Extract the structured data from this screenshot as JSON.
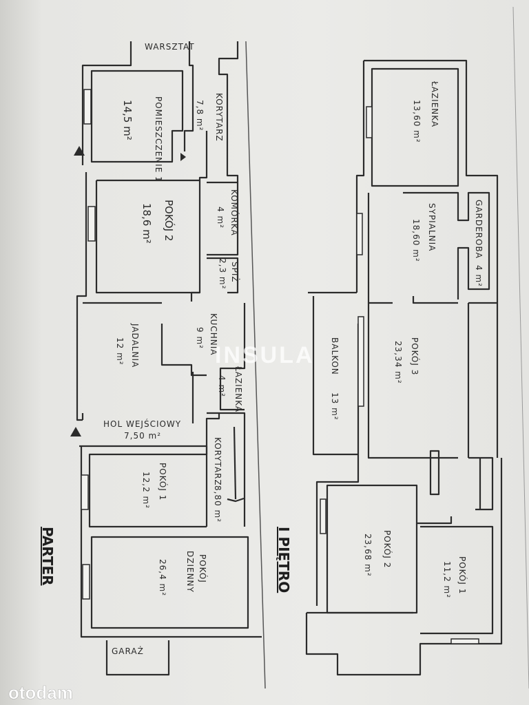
{
  "parter": {
    "title": "PARTER",
    "warsztat": "WARSZTAT",
    "korytarz_top": {
      "name": "KORYTARZ",
      "area": "7,8 m²"
    },
    "pomieszczenie1": {
      "name": "POMIESZCZENIE 1",
      "area": "14,5 m²"
    },
    "komorka": {
      "name": "KOMÓRKA",
      "area": "4 m²"
    },
    "pokoj2": {
      "name": "POKÓJ 2",
      "area": "18,6 m²"
    },
    "spiz": {
      "name": "SPIŻ",
      "area": "2,3 m²"
    },
    "kuchnia": {
      "name": "KUCHNIA",
      "area": "9 m²"
    },
    "jadalnia": {
      "name": "JADALNIA",
      "area": "12 m²"
    },
    "lazienka": {
      "name": "ŁAZIENKA",
      "area": "4 m²"
    },
    "hol": {
      "name": "HOL WEJŚCIOWY",
      "area": "7,50 m²"
    },
    "korytarz_bottom": {
      "name": "KORYTARZ",
      "area": "8,80 m²"
    },
    "pokoj1": {
      "name": "POKÓJ 1",
      "area": "12,2 m²"
    },
    "pokoj_dzienny": {
      "name": "POKÓJ",
      "name2": "DZIENNY",
      "area": "26,4 m²"
    },
    "garaz": "GARAŻ"
  },
  "pietro": {
    "title": "I PIĘTRO",
    "lazienka": {
      "name": "ŁAZIENKA",
      "area": "13,60 m²"
    },
    "sypialnia": {
      "name": "SYPIALNIA",
      "area": "18,60 m²"
    },
    "garderoba": {
      "name": "GARDEROBA",
      "area": "4 m²"
    },
    "balkon": {
      "name": "BALKON",
      "area": "13 m²"
    },
    "pokoj3": {
      "name": "POKÓJ 3",
      "area": "23,34 m²"
    },
    "pokoj2": {
      "name": "POKÓJ 2",
      "area": "23,68 m²"
    },
    "pokoj1": {
      "name": "POKÓJ 1",
      "area": "11,2 m²"
    }
  },
  "watermark": "INSULA",
  "logo": "otodam"
}
